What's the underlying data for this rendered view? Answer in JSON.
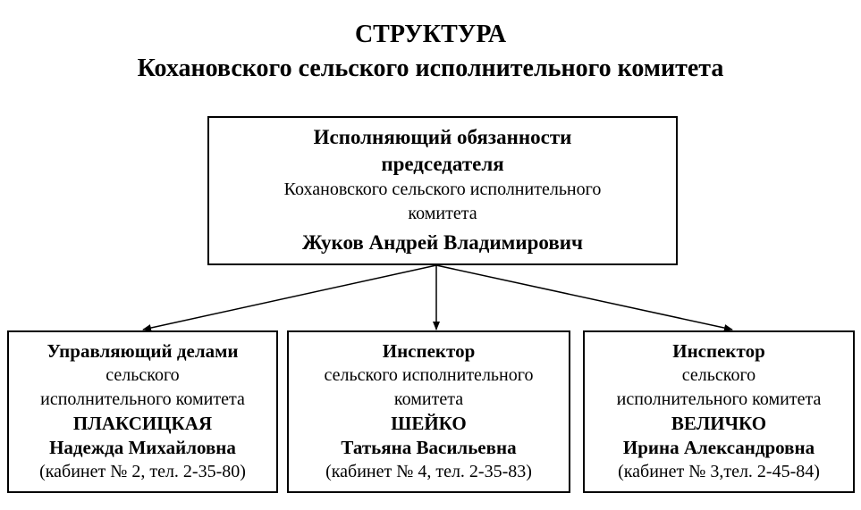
{
  "title": {
    "line1": "СТРУКТУРА",
    "line2": "Кохановского сельского исполнительного комитета"
  },
  "head": {
    "role_line1": "Исполняющий обязанности",
    "role_line2": "председателя",
    "org_line1": "Кохановского сельского исполнительного",
    "org_line2": "комитета",
    "name": "Жуков Андрей Владимирович"
  },
  "subordinates": [
    {
      "role": "Управляющий делами",
      "org_line1": "сельского",
      "org_line2": "исполнительного комитета",
      "surname": "ПЛАКСИЦКАЯ",
      "given_names": "Надежда Михайловна",
      "contact": "(кабинет № 2, тел. 2-35-80)"
    },
    {
      "role": "Инспектор",
      "org_line1": "сельского исполнительного",
      "org_line2": "комитета",
      "surname": "ШЕЙКО",
      "given_names": "Татьяна Васильевна",
      "contact": "(кабинет № 4, тел. 2-35-83)"
    },
    {
      "role": "Инспектор",
      "org_line1": "сельского",
      "org_line2": "исполнительного комитета",
      "surname": "ВЕЛИЧКО",
      "given_names": "Ирина Александровна",
      "contact": "(кабинет № 3,тел. 2-45-84)"
    }
  ]
}
